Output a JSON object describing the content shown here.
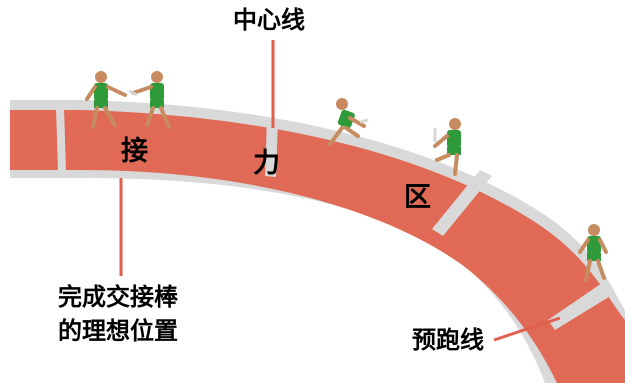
{
  "labels": {
    "center_line": "中心线",
    "zone_chars": [
      "接",
      "力",
      "区"
    ],
    "ideal_position_line1": "完成交接棒",
    "ideal_position_line2": "的理想位置",
    "pre_run_line": "预跑线"
  },
  "colors": {
    "track": "#e06a55",
    "lane_border": "#d9d9d9",
    "marker_line": "#e0604f",
    "runner_shirt": "#2f9a3a",
    "runner_skin": "#c68b5e",
    "text": "#000000"
  },
  "figures": [
    "runner",
    "runner",
    "runner",
    "runner",
    "runner"
  ]
}
